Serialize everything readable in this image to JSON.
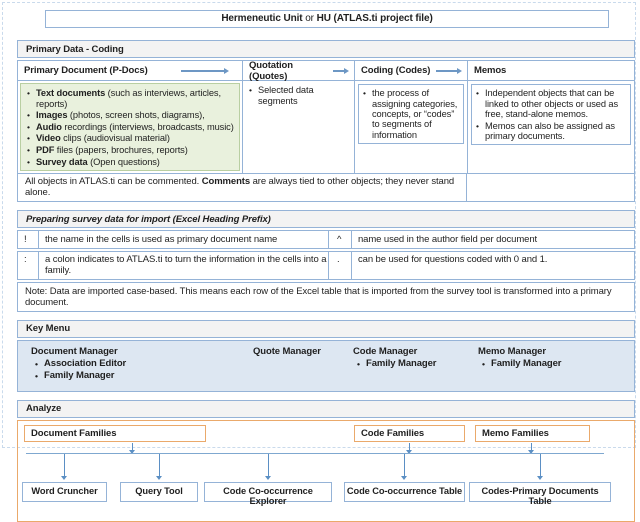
{
  "title": {
    "part1": "Hermeneutic Unit",
    "part2": " or ",
    "part3": "HU (ATLAS.ti project file)"
  },
  "primary_data": {
    "section_title": "Primary Data - Coding",
    "col_headers": {
      "pdocs": "Primary Document (P-Docs)",
      "quotes": "Quotation (Quotes)",
      "codes": "Coding (Codes)",
      "memos": "Memos"
    },
    "pdocs": [
      {
        "bold": "Text documents",
        "rest": " (such as interviews, articles, reports)"
      },
      {
        "bold": "Images",
        "rest": " (photos, screen shots, diagrams),"
      },
      {
        "bold": "Audio",
        "rest": " recordings (interviews, broadcasts, music)"
      },
      {
        "bold": "Video",
        "rest": " clips (audiovisual material)"
      },
      {
        "bold": "PDF",
        "rest": " files (papers, brochures, reports)"
      },
      {
        "bold": "Survey data",
        "rest": " (Open questions)"
      }
    ],
    "quotes_item": "Selected data segments",
    "codes_item": "the process of assigning categories, concepts, or “codes” to segments of information",
    "memos": [
      "Independent objects that can be linked to other objects or used as free, stand-alone memos.",
      "Memos can also be assigned as primary documents."
    ],
    "note": {
      "pre": "All objects in ATLAS.ti can be commented. ",
      "bold": "Comments",
      "post": " are always tied to other objects; they never stand alone."
    }
  },
  "survey": {
    "section_title": "Preparing survey data for import (Excel Heading Prefix)",
    "rows": [
      {
        "left_prefix": "!",
        "left_text": "the name in the cells is used as primary document name",
        "right_prefix": "^",
        "right_text": "name used in the author field per document"
      },
      {
        "left_prefix": ":",
        "left_text": "a colon indicates to ATLAS.ti to turn the information in the cells into a family.",
        "right_prefix": ".",
        "right_text": "can be used for questions coded with 0 and 1."
      }
    ],
    "note": "Note: Data are imported case-based. This means each row of the Excel table that is imported from the survey tool is transformed into a primary document."
  },
  "key_menu": {
    "section_title": "Key Menu",
    "groups": [
      {
        "title": "Document Manager",
        "items": [
          "Association Editor",
          "Family Manager"
        ]
      },
      {
        "title": "Quote Manager",
        "items": []
      },
      {
        "title": "Code Manager",
        "items": [
          "Family Manager"
        ]
      },
      {
        "title": "Memo Manager",
        "items": [
          "Family Manager"
        ]
      }
    ]
  },
  "analyze": {
    "section_title": "Analyze",
    "families": [
      "Document Families",
      "Code Families",
      "Memo Families"
    ],
    "tools": [
      "Word Cruncher",
      "Query Tool",
      "Code Co-occurrence Explorer",
      "Code Co-occurrence Table",
      "Codes-Primary Documents Table"
    ]
  },
  "colors": {
    "border_blue": "#95b3d7",
    "arrow_blue": "#6d97c4",
    "green_bg": "#e9f1dd",
    "keymenu_bg": "#dde7f2",
    "orange_border": "#eaa96b",
    "section_header_bg": "#f3f3f3"
  }
}
